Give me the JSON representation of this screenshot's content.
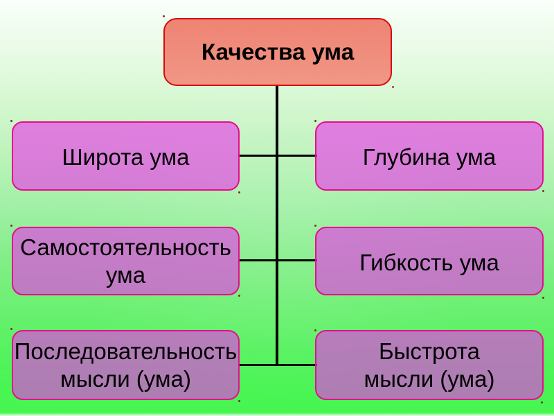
{
  "diagram": {
    "root": {
      "label": "Качества ума"
    },
    "left": [
      {
        "label": "Широта ума"
      },
      {
        "label": "Самостоятельность\nума"
      },
      {
        "label": "Последовательность\nмысли (ума)"
      }
    ],
    "right": [
      {
        "label": "Глубина ума"
      },
      {
        "label": "Гибкость ума"
      },
      {
        "label": "Быстрота\nмысли (ума)"
      }
    ]
  },
  "colors": {
    "background_top": "#fbfffb",
    "background_bottom": "#48f452",
    "root_fill": "#ef8574",
    "root_border": "#d40b0b",
    "node_fill": "#d77fd8",
    "node_border": "#e60d8e",
    "connector": "#000000",
    "text": "#000000"
  }
}
